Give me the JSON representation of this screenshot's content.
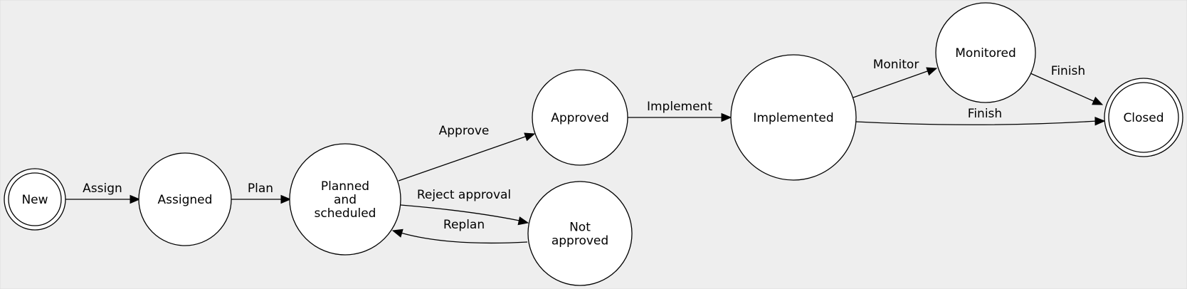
{
  "colors": {
    "background": "#eeeeee",
    "node_fill": "#ffffff",
    "stroke": "#000000"
  },
  "nodes": {
    "new": {
      "lines": [
        "New"
      ],
      "shape": "double-circle"
    },
    "assigned": {
      "lines": [
        "Assigned"
      ],
      "shape": "circle"
    },
    "planned": {
      "lines": [
        "Planned",
        "and",
        "scheduled"
      ],
      "shape": "circle"
    },
    "approved": {
      "lines": [
        "Approved"
      ],
      "shape": "circle"
    },
    "not_approved": {
      "lines": [
        "Not",
        "approved"
      ],
      "shape": "circle"
    },
    "implemented": {
      "lines": [
        "Implemented"
      ],
      "shape": "circle"
    },
    "monitored": {
      "lines": [
        "Monitored"
      ],
      "shape": "circle"
    },
    "closed": {
      "lines": [
        "Closed"
      ],
      "shape": "double-circle"
    }
  },
  "edges": [
    {
      "from": "new",
      "to": "assigned",
      "label": "Assign"
    },
    {
      "from": "assigned",
      "to": "planned",
      "label": "Plan"
    },
    {
      "from": "planned",
      "to": "approved",
      "label": "Approve"
    },
    {
      "from": "planned",
      "to": "not_approved",
      "label": "Reject approval"
    },
    {
      "from": "not_approved",
      "to": "planned",
      "label": "Replan"
    },
    {
      "from": "approved",
      "to": "implemented",
      "label": "Implement"
    },
    {
      "from": "implemented",
      "to": "monitored",
      "label": "Monitor"
    },
    {
      "from": "monitored",
      "to": "closed",
      "label": "Finish"
    },
    {
      "from": "implemented",
      "to": "closed",
      "label": "Finish"
    }
  ]
}
